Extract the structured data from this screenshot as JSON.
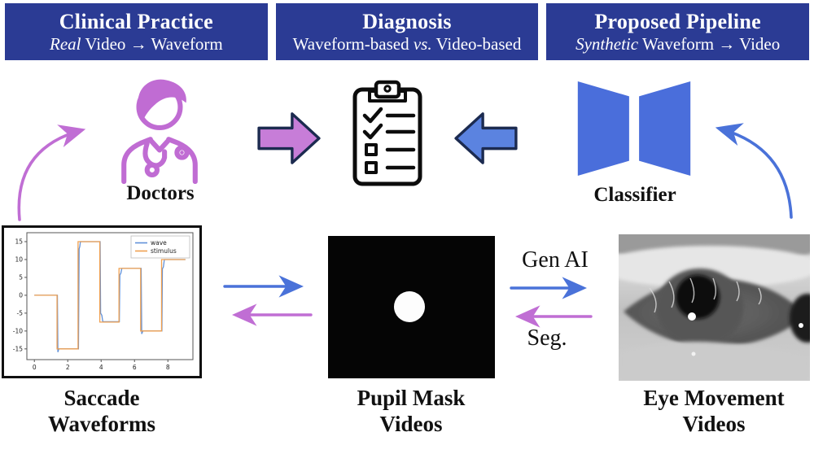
{
  "header": {
    "bg_color": "#2b3b94",
    "text_color": "#ffffff",
    "boxes": [
      {
        "title": "Clinical Practice",
        "subtitle": {
          "pre": "",
          "italic": "Real",
          "post": " Video → Waveform"
        }
      },
      {
        "title": "Diagnosis",
        "subtitle": {
          "pre": "Waveform-based ",
          "italic": "vs.",
          "post": " Video-based"
        }
      },
      {
        "title": "Proposed Pipeline",
        "subtitle": {
          "pre": "",
          "italic": "Synthetic",
          "post": " Waveform → Video"
        }
      }
    ]
  },
  "middle": {
    "doctors_label": "Doctors",
    "classifier_label": "Classifier"
  },
  "bottom": {
    "gen_ai_label": "Gen AI",
    "seg_label": "Seg.",
    "saccade_label": [
      "Saccade",
      "Waveforms"
    ],
    "pupil_label": [
      "Pupil Mask",
      "Videos"
    ],
    "eye_label": [
      "Eye Movement",
      "Videos"
    ]
  },
  "icons": {
    "doctor": "doctor-avatar-icon",
    "checklist": "checklist-clipboard-icon",
    "classifier": "neural-network-classifier-icon"
  },
  "colors": {
    "header_blue": "#2b3b94",
    "block_arrow_purple": "#c77dd8",
    "block_arrow_blue": "#5b83e0",
    "block_arrow_outline": "#1c2b50",
    "thin_arrow_blue": "#4a72d9",
    "thin_arrow_purple": "#c06ed4",
    "doctor_purple": "#c06cd3",
    "classifier_blue": "#4a6edb"
  },
  "chart_data": {
    "type": "line",
    "title": "",
    "xlabel": "",
    "ylabel": "",
    "x_ticks": [
      0,
      2,
      4,
      6,
      8
    ],
    "y_ticks": [
      -15,
      -10,
      -5,
      0,
      5,
      10,
      15
    ],
    "xlim": [
      -0.45,
      9.5
    ],
    "ylim": [
      -18,
      17.5
    ],
    "grid": false,
    "legend_position": "upper right",
    "series": [
      {
        "name": "wave",
        "color": "#6090d8",
        "points": [
          [
            0,
            0
          ],
          [
            1.38,
            0
          ],
          [
            1.41,
            -15.9
          ],
          [
            1.46,
            -15
          ],
          [
            2.64,
            -15
          ],
          [
            2.68,
            13
          ],
          [
            2.72,
            13.6
          ],
          [
            2.76,
            15
          ],
          [
            3.94,
            15
          ],
          [
            3.97,
            -5
          ],
          [
            4.04,
            -5.6
          ],
          [
            4.1,
            -7.4
          ],
          [
            5.09,
            -7.4
          ],
          [
            5.12,
            5.7
          ],
          [
            5.18,
            6.1
          ],
          [
            5.24,
            7.5
          ],
          [
            6.4,
            7.5
          ],
          [
            6.43,
            -10.8
          ],
          [
            6.5,
            -10
          ],
          [
            7.64,
            -10
          ],
          [
            7.67,
            7.4
          ],
          [
            7.73,
            7.9
          ],
          [
            7.79,
            10
          ],
          [
            9.05,
            10
          ]
        ]
      },
      {
        "name": "stimulus",
        "color": "#f0a050",
        "points": [
          [
            0,
            0
          ],
          [
            1.36,
            0
          ],
          [
            1.36,
            -15
          ],
          [
            2.62,
            -15
          ],
          [
            2.62,
            15
          ],
          [
            3.92,
            15
          ],
          [
            3.92,
            -7.5
          ],
          [
            5.07,
            -7.5
          ],
          [
            5.07,
            7.5
          ],
          [
            6.37,
            7.5
          ],
          [
            6.37,
            -10
          ],
          [
            7.62,
            -10
          ],
          [
            7.62,
            10
          ],
          [
            9.05,
            10
          ]
        ]
      }
    ]
  }
}
